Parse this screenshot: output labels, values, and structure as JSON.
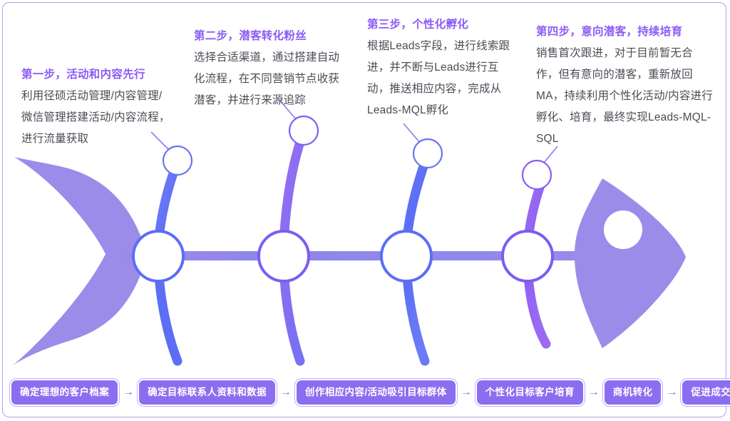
{
  "theme": {
    "accent": "#8b5cf6",
    "body_text": "#4b4b55",
    "fish_body": "#9b8cea",
    "spine": "#8f85ea",
    "rib_blue": "#5b6ef5",
    "rib_purple": "#8b5cf6",
    "box_fill": "#8b6ef0",
    "border": "#b79cf0",
    "background": "#ffffff"
  },
  "steps": [
    {
      "title": "第一步，活动和内容先行",
      "body": "利用径硕活动管理/内容管理/微信管理搭建活动/内容流程，进行流量获取"
    },
    {
      "title": "第二步，潜客转化粉丝",
      "body": "选择合适渠道，通过搭建自动化流程，在不同营销节点收获潜客，并进行来源追踪"
    },
    {
      "title": "第三步，个性化孵化",
      "body": "根据Leads字段，进行线索跟进，并不断与Leads进行互动，推送相应内容，完成从Leads-MQL孵化"
    },
    {
      "title": "第四步，意向潜客，持续培育",
      "body": "销售首次跟进，对于目前暂无合作，但有意向的潜客，重新放回MA，持续利用个性化活动/内容进行孵化、培育，最终实现Leads-MQL-SQL"
    }
  ],
  "process": {
    "arrow": "→",
    "boxes": [
      {
        "label": "确定理想的客户档案"
      },
      {
        "label": "确定目标联系人资料和数据"
      },
      {
        "label": "创作相应内容/活动吸引目标群体"
      },
      {
        "label": "个性化目标客户培育"
      },
      {
        "label": "商机转化"
      },
      {
        "label": "促进成交"
      }
    ]
  },
  "diagram": {
    "type": "fishbone",
    "tail_side": "left",
    "head_side": "right",
    "vertebra_count": 4,
    "node_count": 4
  }
}
